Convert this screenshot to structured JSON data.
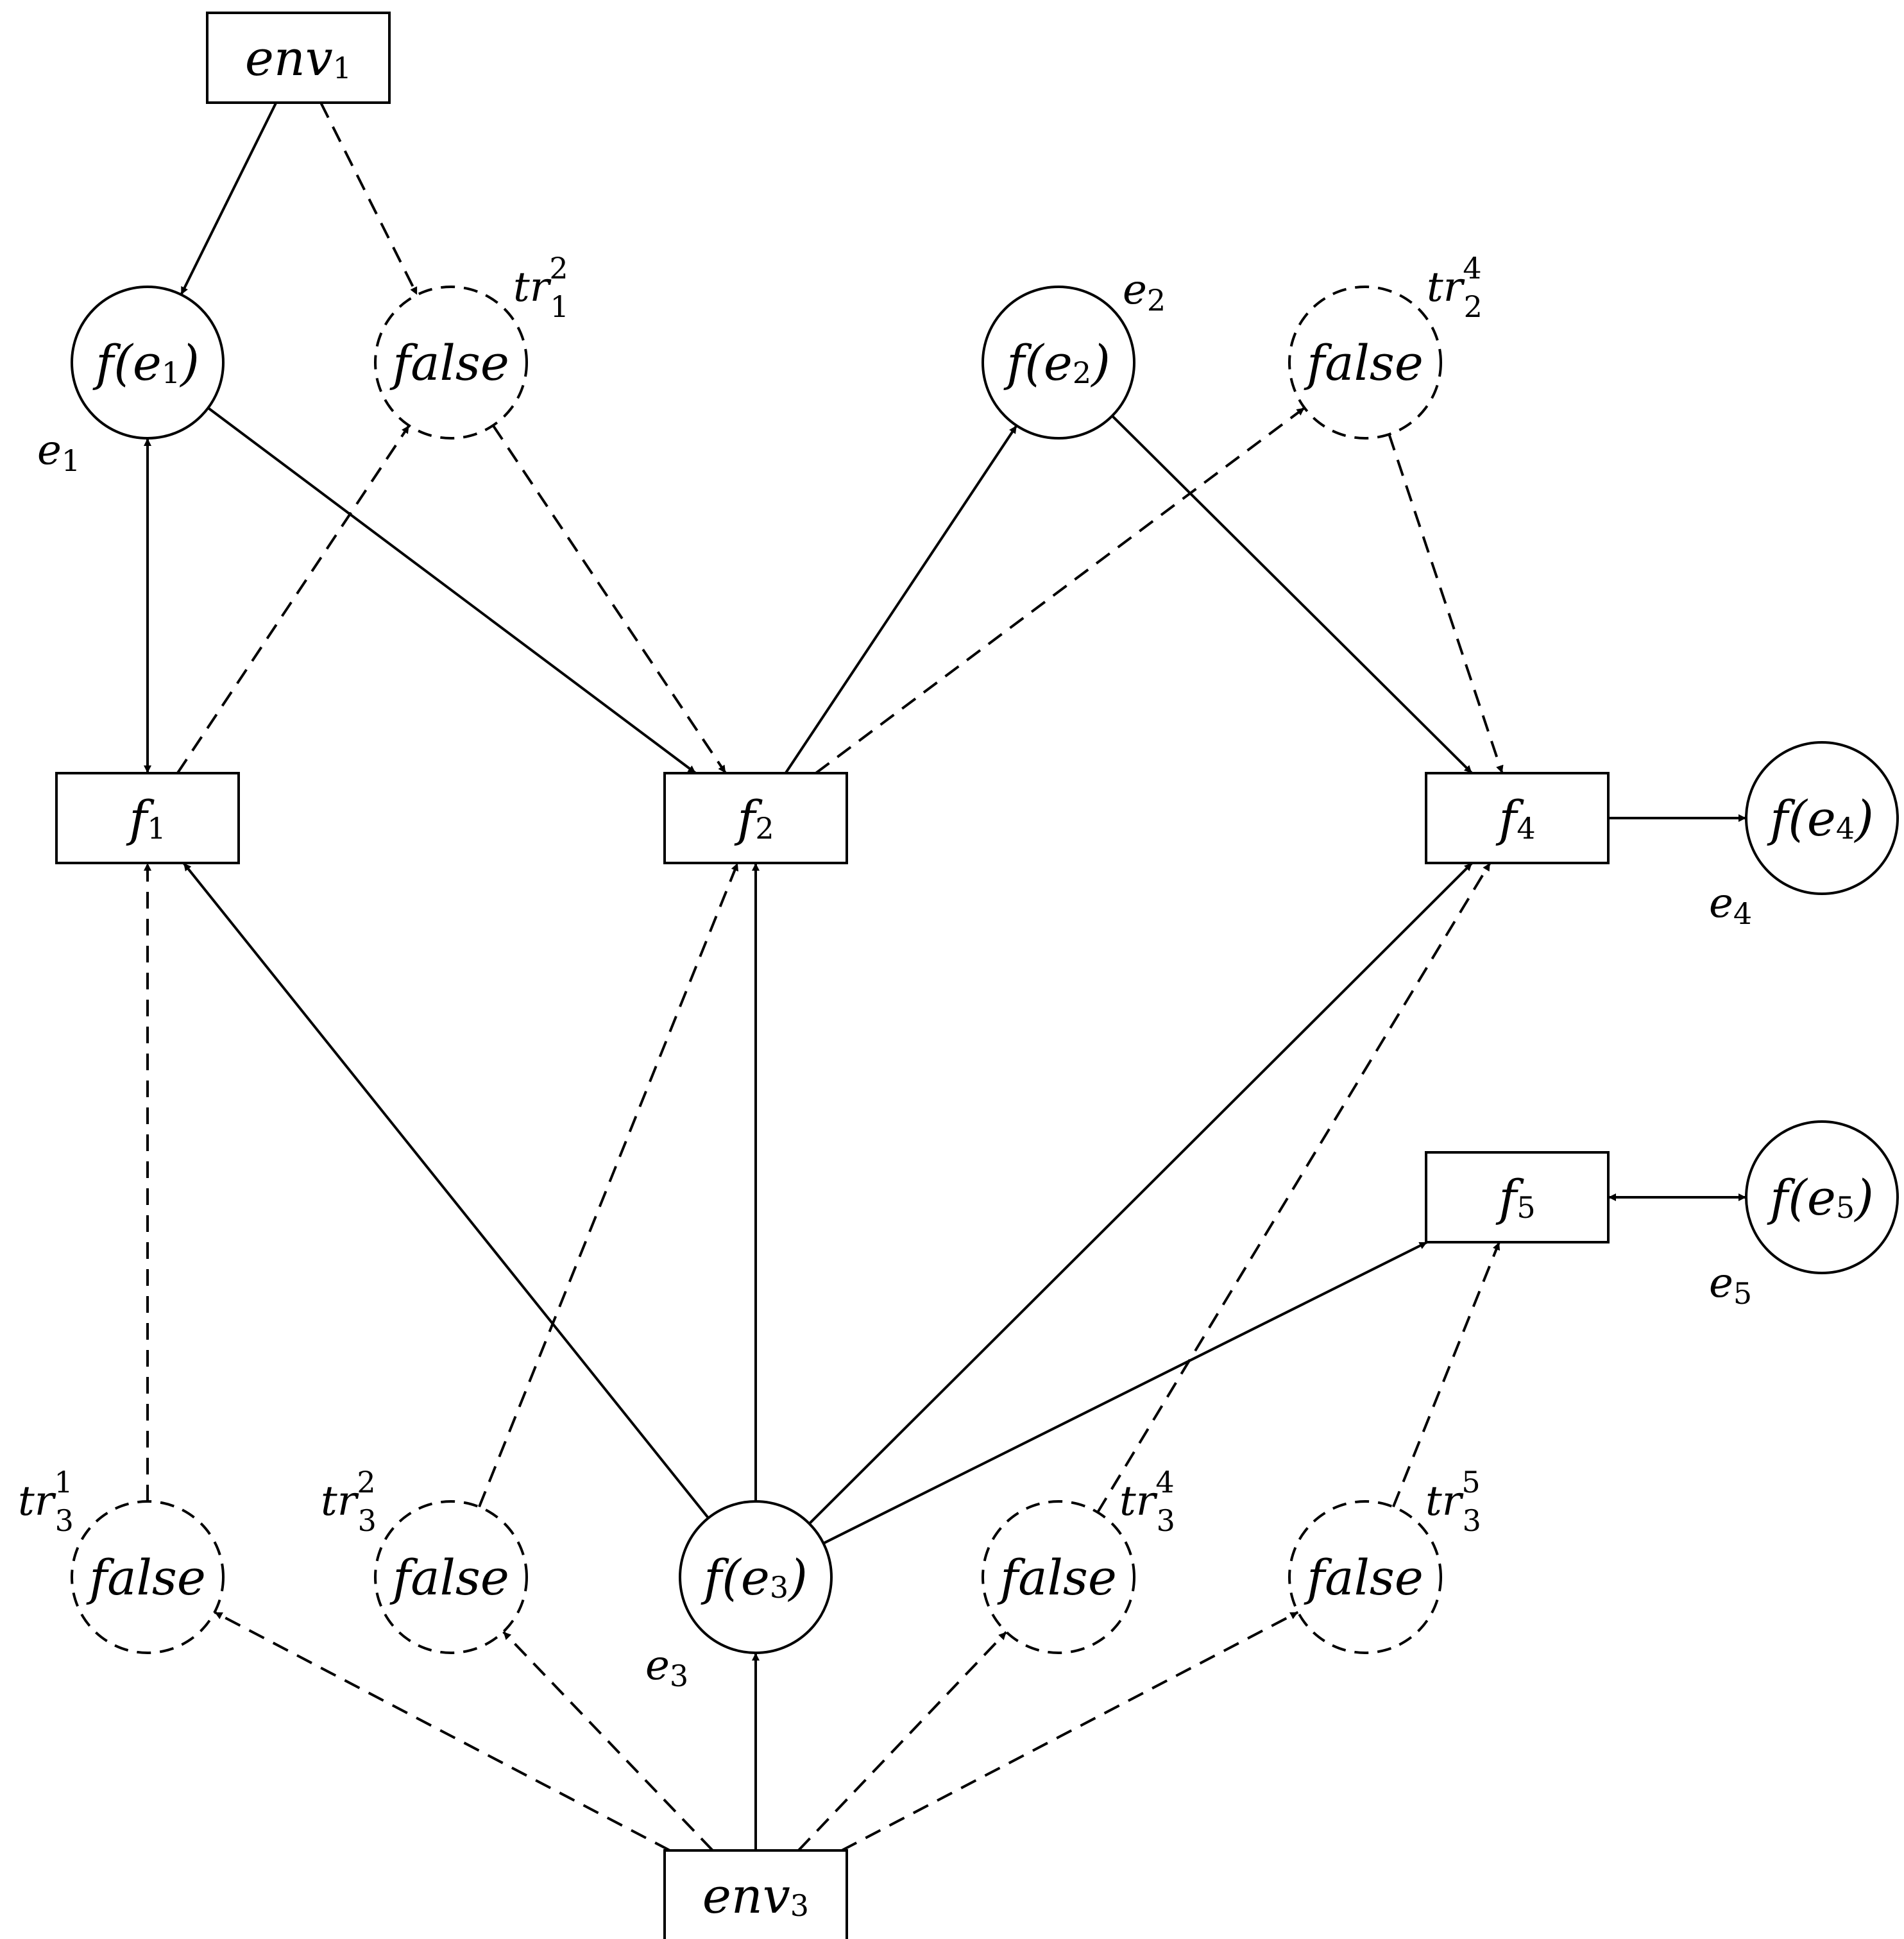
{
  "diagram": {
    "nodes": [
      {
        "id": "env1",
        "shape": "rect",
        "style": "solid",
        "label": {
          "base": "env",
          "sub": "1"
        }
      },
      {
        "id": "fe1",
        "shape": "circle",
        "style": "solid",
        "label": {
          "pre": "f(e",
          "sub": "1",
          "post": ")"
        },
        "tag": {
          "base": "e",
          "sub": "1"
        }
      },
      {
        "id": "tr12",
        "shape": "circle",
        "style": "dashed",
        "label": {
          "pre": "false"
        },
        "tag": {
          "base": "tr",
          "sub": "1",
          "sup": "2"
        }
      },
      {
        "id": "fe2",
        "shape": "circle",
        "style": "solid",
        "label": {
          "pre": "f(e",
          "sub": "2",
          "post": ")"
        },
        "tag": {
          "base": "e",
          "sub": "2"
        }
      },
      {
        "id": "tr24",
        "shape": "circle",
        "style": "dashed",
        "label": {
          "pre": "false"
        },
        "tag": {
          "base": "tr",
          "sub": "2",
          "sup": "4"
        }
      },
      {
        "id": "f1",
        "shape": "rect",
        "style": "solid",
        "label": {
          "base": "f",
          "sub": "1"
        }
      },
      {
        "id": "f2",
        "shape": "rect",
        "style": "solid",
        "label": {
          "base": "f",
          "sub": "2"
        }
      },
      {
        "id": "f4",
        "shape": "rect",
        "style": "solid",
        "label": {
          "base": "f",
          "sub": "4"
        }
      },
      {
        "id": "fe4",
        "shape": "circle",
        "style": "solid",
        "label": {
          "pre": "f(e",
          "sub": "4",
          "post": ")"
        },
        "tag": {
          "base": "e",
          "sub": "4"
        }
      },
      {
        "id": "f5",
        "shape": "rect",
        "style": "solid",
        "label": {
          "base": "f",
          "sub": "5"
        }
      },
      {
        "id": "fe5",
        "shape": "circle",
        "style": "solid",
        "label": {
          "pre": "f(e",
          "sub": "5",
          "post": ")"
        },
        "tag": {
          "base": "e",
          "sub": "5"
        }
      },
      {
        "id": "tr31",
        "shape": "circle",
        "style": "dashed",
        "label": {
          "pre": "false"
        },
        "tag": {
          "base": "tr",
          "sub": "3",
          "sup": "1"
        }
      },
      {
        "id": "tr32",
        "shape": "circle",
        "style": "dashed",
        "label": {
          "pre": "false"
        },
        "tag": {
          "base": "tr",
          "sub": "3",
          "sup": "2"
        }
      },
      {
        "id": "fe3",
        "shape": "circle",
        "style": "solid",
        "label": {
          "pre": "f(e",
          "sub": "3",
          "post": ")"
        },
        "tag": {
          "base": "e",
          "sub": "3"
        }
      },
      {
        "id": "tr34",
        "shape": "circle",
        "style": "dashed",
        "label": {
          "pre": "false"
        },
        "tag": {
          "base": "tr",
          "sub": "3",
          "sup": "4"
        }
      },
      {
        "id": "tr35",
        "shape": "circle",
        "style": "dashed",
        "label": {
          "pre": "false"
        },
        "tag": {
          "base": "tr",
          "sub": "3",
          "sup": "5"
        }
      },
      {
        "id": "env3",
        "shape": "rect",
        "style": "solid",
        "label": {
          "base": "env",
          "sub": "3"
        }
      }
    ],
    "edges": [
      {
        "from": "env1",
        "to": "fe1",
        "style": "solid"
      },
      {
        "from": "env1",
        "to": "tr12",
        "style": "dashed"
      },
      {
        "from": "f1",
        "to": "fe1",
        "style": "solid",
        "bidirectional": true
      },
      {
        "from": "f1",
        "to": "tr12",
        "style": "dashed"
      },
      {
        "from": "fe1",
        "to": "f2",
        "style": "solid"
      },
      {
        "from": "tr12",
        "to": "f2",
        "style": "dashed"
      },
      {
        "from": "f2",
        "to": "fe2",
        "style": "solid"
      },
      {
        "from": "f2",
        "to": "tr24",
        "style": "dashed"
      },
      {
        "from": "fe2",
        "to": "f4",
        "style": "solid"
      },
      {
        "from": "tr24",
        "to": "f4",
        "style": "dashed"
      },
      {
        "from": "f4",
        "to": "fe4",
        "style": "solid"
      },
      {
        "from": "f5",
        "to": "fe5",
        "style": "solid",
        "bidirectional": true
      },
      {
        "from": "tr31",
        "to": "f1",
        "style": "dashed"
      },
      {
        "from": "tr32",
        "to": "f2",
        "style": "dashed"
      },
      {
        "from": "fe3",
        "to": "f1",
        "style": "solid"
      },
      {
        "from": "fe3",
        "to": "f2",
        "style": "solid"
      },
      {
        "from": "fe3",
        "to": "f4",
        "style": "solid"
      },
      {
        "from": "fe3",
        "to": "f5",
        "style": "solid"
      },
      {
        "from": "tr34",
        "to": "f4",
        "style": "dashed"
      },
      {
        "from": "tr35",
        "to": "f5",
        "style": "dashed"
      },
      {
        "from": "env3",
        "to": "fe3",
        "style": "solid"
      },
      {
        "from": "env3",
        "to": "tr31",
        "style": "dashed"
      },
      {
        "from": "env3",
        "to": "tr32",
        "style": "dashed"
      },
      {
        "from": "env3",
        "to": "tr34",
        "style": "dashed"
      },
      {
        "from": "env3",
        "to": "tr35",
        "style": "dashed"
      }
    ]
  }
}
